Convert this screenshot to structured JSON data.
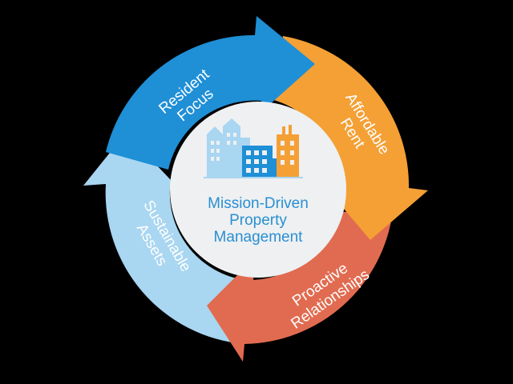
{
  "center": {
    "lines": [
      "Mission-Driven",
      "Property",
      "Management"
    ],
    "text_color": "#2a8fd0"
  },
  "segments": [
    {
      "name": "resident-focus",
      "lines": [
        "Resident",
        "Focus"
      ],
      "color": "#1f8fd6"
    },
    {
      "name": "affordable-rent",
      "lines": [
        "Affordable",
        "Rent"
      ],
      "color": "#f4a035"
    },
    {
      "name": "proactive-relationships",
      "lines": [
        "Proactive",
        "Relationships"
      ],
      "color": "#e16b50"
    },
    {
      "name": "sustainable-assets",
      "lines": [
        "Sustainable",
        "Assets"
      ],
      "color": "#a9d6f1"
    }
  ],
  "icon": "city-buildings-icon",
  "colors": {
    "background": "#000000",
    "center_circle": "#eef0f2"
  }
}
